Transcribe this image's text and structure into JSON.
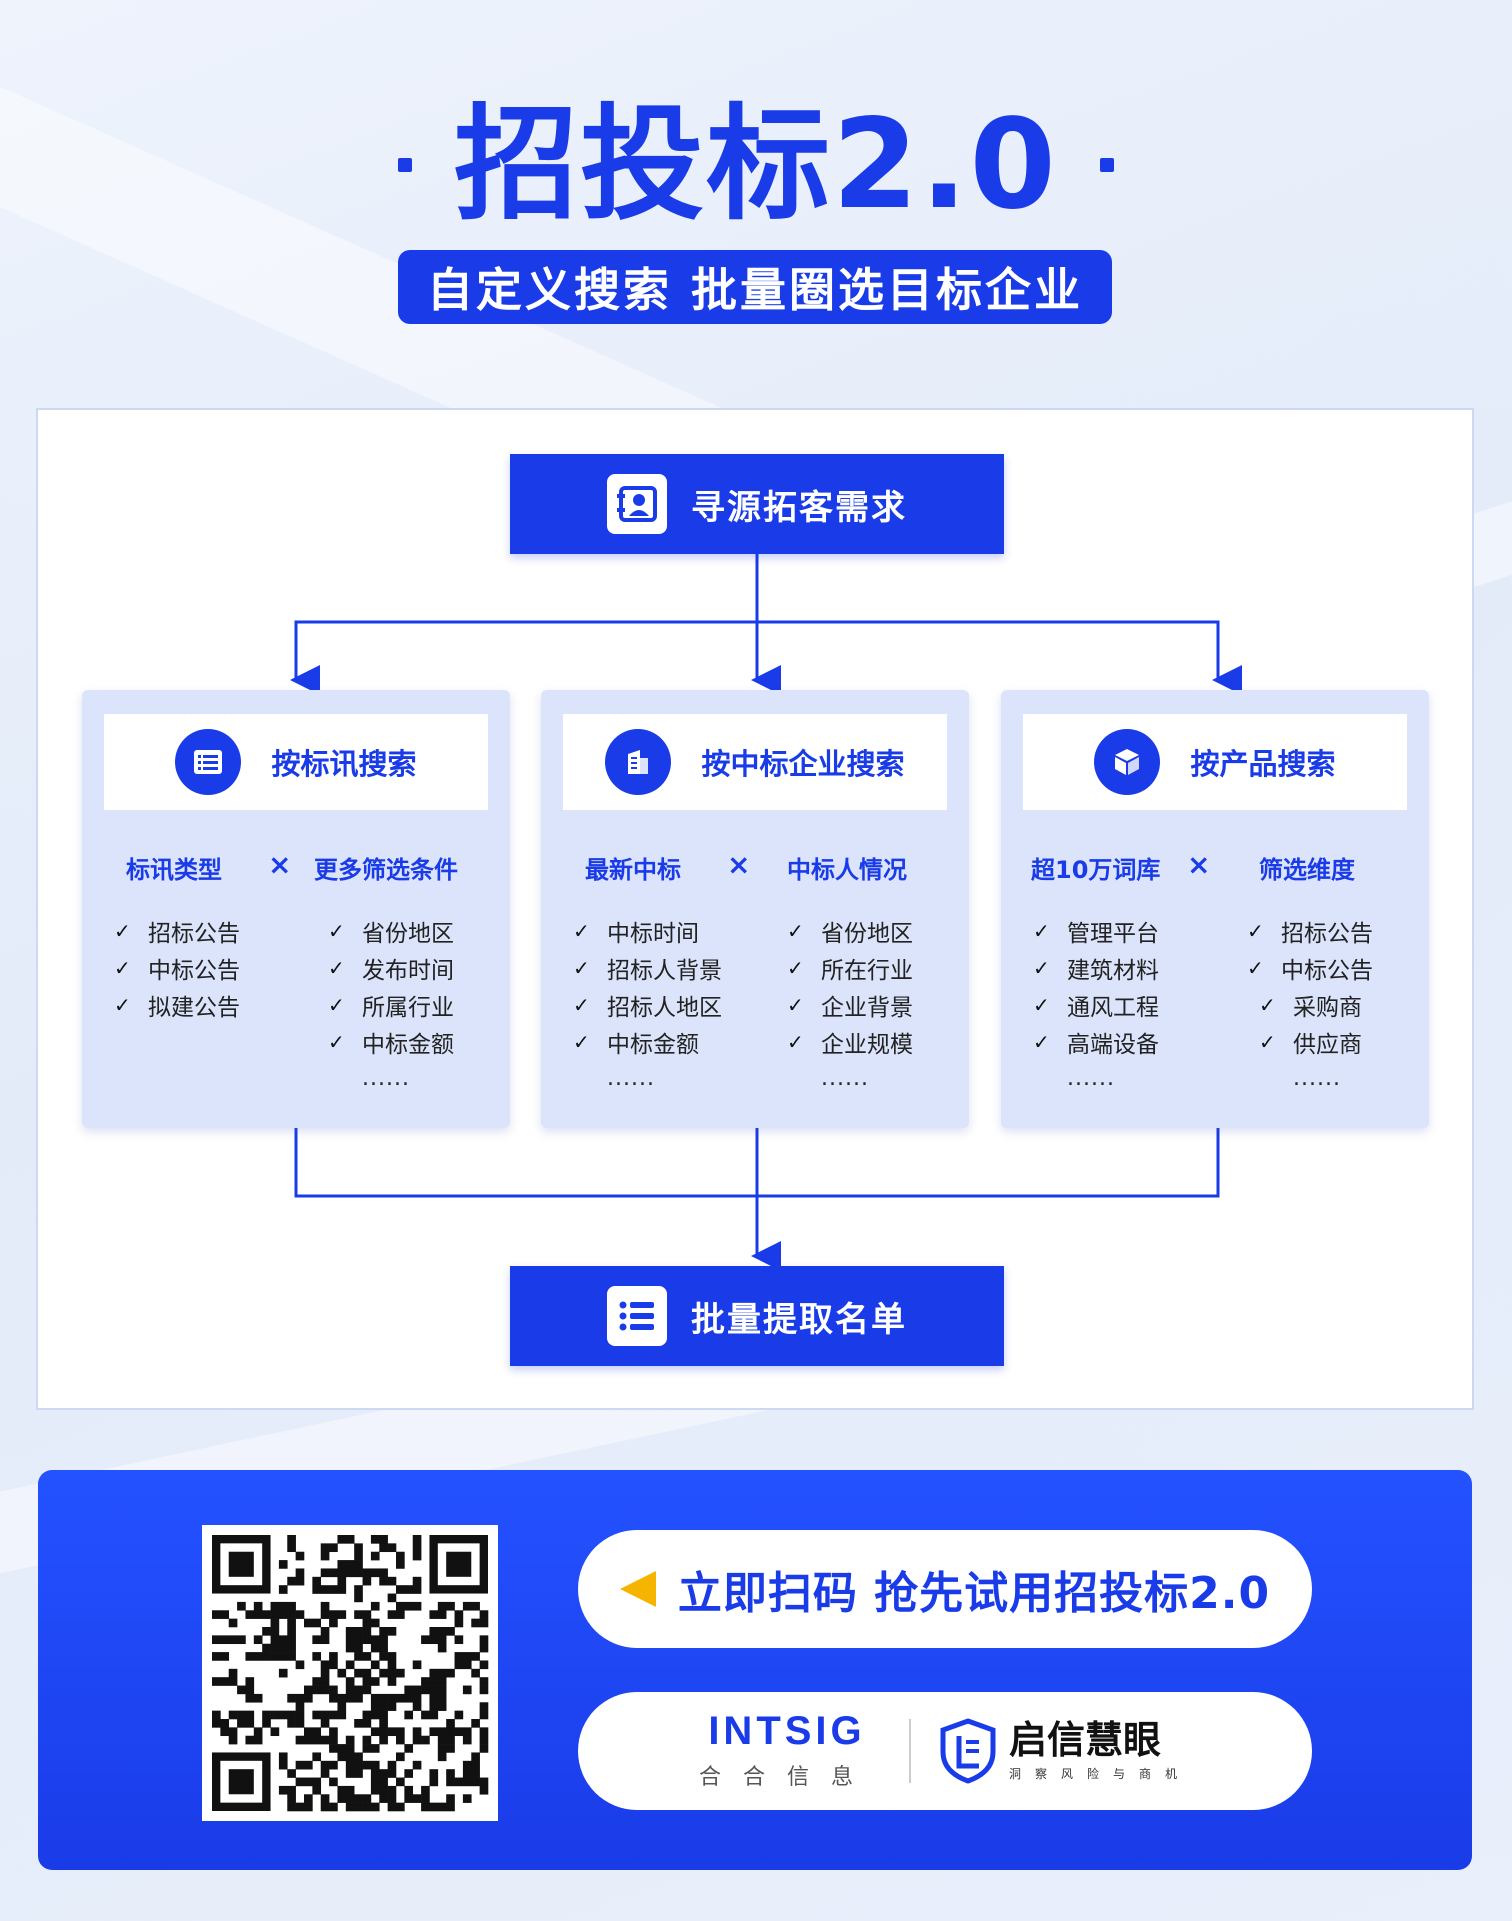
{
  "header": {
    "title": "招投标2.0",
    "subtitle": "自定义搜索 批量圈选目标企业"
  },
  "flow": {
    "top_node": "寻源拓客需求",
    "bottom_node": "批量提取名单",
    "cards": [
      {
        "title": "按标讯搜索",
        "icon": "list-icon",
        "left_heading": "标讯类型",
        "right_heading": "更多筛选条件",
        "left_items": [
          "招标公告",
          "中标公告",
          "拟建公告"
        ],
        "right_items": [
          "省份地区",
          "发布时间",
          "所属行业",
          "中标金额"
        ],
        "left_more": "",
        "right_more": "......"
      },
      {
        "title": "按中标企业搜索",
        "icon": "building-icon",
        "left_heading": "最新中标",
        "right_heading": "中标人情况",
        "left_items": [
          "中标时间",
          "招标人背景",
          "招标人地区",
          "中标金额"
        ],
        "right_items": [
          "省份地区",
          "所在行业",
          "企业背景",
          "企业规模"
        ],
        "left_more": "......",
        "right_more": "......"
      },
      {
        "title": "按产品搜索",
        "icon": "cube-icon",
        "left_heading": "超10万词库",
        "right_heading": "筛选维度",
        "left_items": [
          "管理平台",
          "建筑材料",
          "通风工程",
          "高端设备"
        ],
        "right_items": [
          "招标公告",
          "中标公告",
          "采购商",
          "供应商"
        ],
        "left_more": "......",
        "right_more": "......"
      }
    ],
    "cross_symbol": "×",
    "check_symbol": "✓"
  },
  "cta": {
    "scan_text": "立即扫码 抢先试用招投标2.0",
    "logo1_en": "INTSIG",
    "logo1_cn": "合合信息",
    "logo2_cn": "启信慧眼",
    "logo2_tag": "洞察风险与商机"
  },
  "colors": {
    "brand_blue": "#1a3be8",
    "card_bg": "#dbe4fb",
    "arrow_yellow": "#f5b400"
  }
}
